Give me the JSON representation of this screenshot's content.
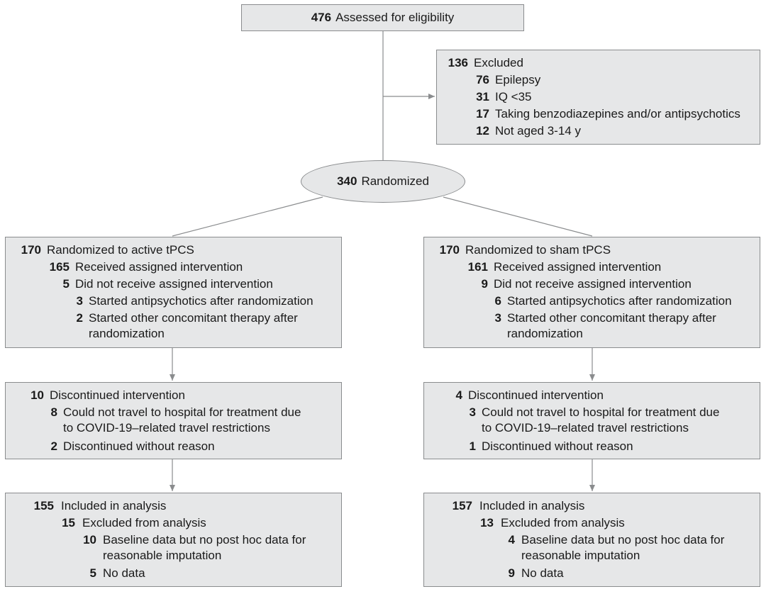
{
  "assessed": {
    "n": "476",
    "label": "Assessed for eligibility"
  },
  "excluded": {
    "n": "136",
    "label": "Excluded",
    "items": [
      {
        "n": "76",
        "label": "Epilepsy"
      },
      {
        "n": "31",
        "label": "IQ <35"
      },
      {
        "n": "17",
        "label": "Taking benzodiazepines and/or antipsychotics"
      },
      {
        "n": "12",
        "label": "Not aged 3-14 y"
      }
    ]
  },
  "randomized": {
    "n": "340",
    "label": "Randomized"
  },
  "active": {
    "allocation": {
      "n": "170",
      "label": "Randomized to active tPCS",
      "received": {
        "n": "165",
        "label": "Received assigned intervention"
      },
      "not_received": {
        "n": "5",
        "label": "Did not receive assigned intervention"
      },
      "reason1": {
        "n": "3",
        "label": "Started antipsychotics after randomization"
      },
      "reason2": {
        "n": "2",
        "label_l1": "Started other concomitant therapy after",
        "label_l2": "randomization"
      }
    },
    "followup": {
      "n": "10",
      "label": "Discontinued intervention",
      "reason1": {
        "n": "8",
        "label_l1": "Could not travel to hospital for treatment due",
        "label_l2": "to COVID-19–related travel restrictions"
      },
      "reason2": {
        "n": "2",
        "label": "Discontinued without reason"
      }
    },
    "analysis": {
      "n": "155",
      "label": "Included in analysis",
      "excluded": {
        "n": "15",
        "label": "Excluded from analysis"
      },
      "reason1": {
        "n": "10",
        "label_l1": "Baseline data but no post hoc data for",
        "label_l2": "reasonable imputation"
      },
      "reason2": {
        "n": "5",
        "label": "No data"
      }
    }
  },
  "sham": {
    "allocation": {
      "n": "170",
      "label": "Randomized to sham tPCS",
      "received": {
        "n": "161",
        "label": "Received assigned intervention"
      },
      "not_received": {
        "n": "9",
        "label": "Did not receive assigned intervention"
      },
      "reason1": {
        "n": "6",
        "label": "Started antipsychotics after randomization"
      },
      "reason2": {
        "n": "3",
        "label_l1": "Started other concomitant therapy after",
        "label_l2": "randomization"
      }
    },
    "followup": {
      "n": "4",
      "label": "Discontinued intervention",
      "reason1": {
        "n": "3",
        "label_l1": "Could not travel to hospital for treatment due",
        "label_l2": "to COVID-19–related travel restrictions"
      },
      "reason2": {
        "n": "1",
        "label": "Discontinued without reason"
      }
    },
    "analysis": {
      "n": "157",
      "label": "Included in analysis",
      "excluded": {
        "n": "13",
        "label": "Excluded from analysis"
      },
      "reason1": {
        "n": "4",
        "label_l1": "Baseline data but no post hoc data for",
        "label_l2": "reasonable imputation"
      },
      "reason2": {
        "n": "9",
        "label": "No data"
      }
    }
  },
  "colors": {
    "box_fill": "#e6e7e8",
    "box_border": "#8a8c8e",
    "arrow": "#8a8c8e",
    "text": "#1a1a1a"
  }
}
